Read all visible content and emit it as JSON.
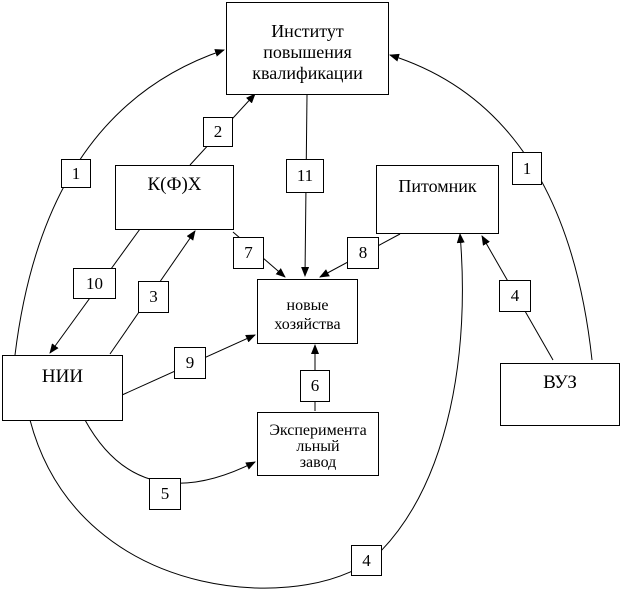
{
  "nodes": {
    "institute": "Институт повышения квалификации",
    "kfh": "К(Ф)Х",
    "nursery": "Питомник",
    "new_farms": "новые хозяйства",
    "nii": "НИИ",
    "vuz": "ВУЗ",
    "plant": "Экспериментальный завод"
  },
  "plant_lines": [
    "Эксперимента",
    "льный",
    "завод"
  ],
  "institute_lines": [
    "Институт",
    "повышения",
    "квалификации"
  ],
  "farms_lines": [
    "новые",
    "хозяйства"
  ],
  "labels": {
    "nii_institute": "1",
    "vuz_institute": "1",
    "kfh_institute": "2",
    "institute_farms": "11",
    "kfh_farms": "7",
    "nursery_farms": "8",
    "kfh_nii": "10",
    "nii_kfh": "3",
    "vuz_nursery": "4",
    "nii_farms": "9",
    "plant_farms": "6",
    "nii_plant": "5",
    "nii_nursery": "4"
  }
}
